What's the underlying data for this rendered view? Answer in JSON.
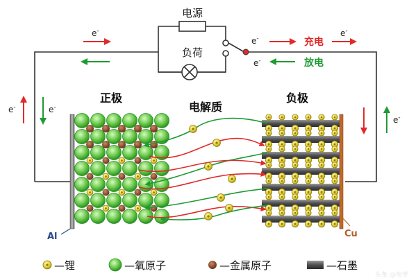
{
  "labels": {
    "power_source": "电源",
    "load": "负荷",
    "charge": "充电",
    "discharge": "放电",
    "electron": "e",
    "electron_sup": "-",
    "cathode": "正极",
    "anode": "负极",
    "electrolyte": "电解质",
    "aluminum": "Al",
    "copper": "Cu"
  },
  "legend": {
    "lithium": "—锂",
    "oxygen": "—氧原子",
    "metal": "—金属原子",
    "graphite": "—石墨"
  },
  "watermark": "头条 @电学"
}
